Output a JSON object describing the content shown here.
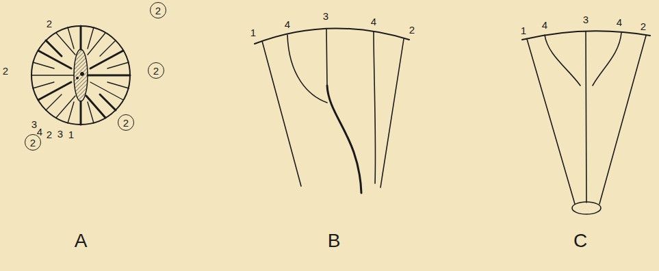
{
  "diagram": {
    "nodes": [
      {
        "text": [
          "2"
        ]
      },
      {
        "text": [
          "2"
        ]
      },
      {
        "text": [
          "2"
        ]
      },
      {
        "text": [
          "2"
        ]
      }
    ],
    "labels": [
      "2",
      "2",
      "3",
      "4",
      "2",
      "3",
      "1",
      "A",
      "1",
      "4",
      "3",
      "4",
      "2",
      "B",
      "1",
      "4",
      "3",
      "4",
      "2",
      "C"
    ]
  }
}
